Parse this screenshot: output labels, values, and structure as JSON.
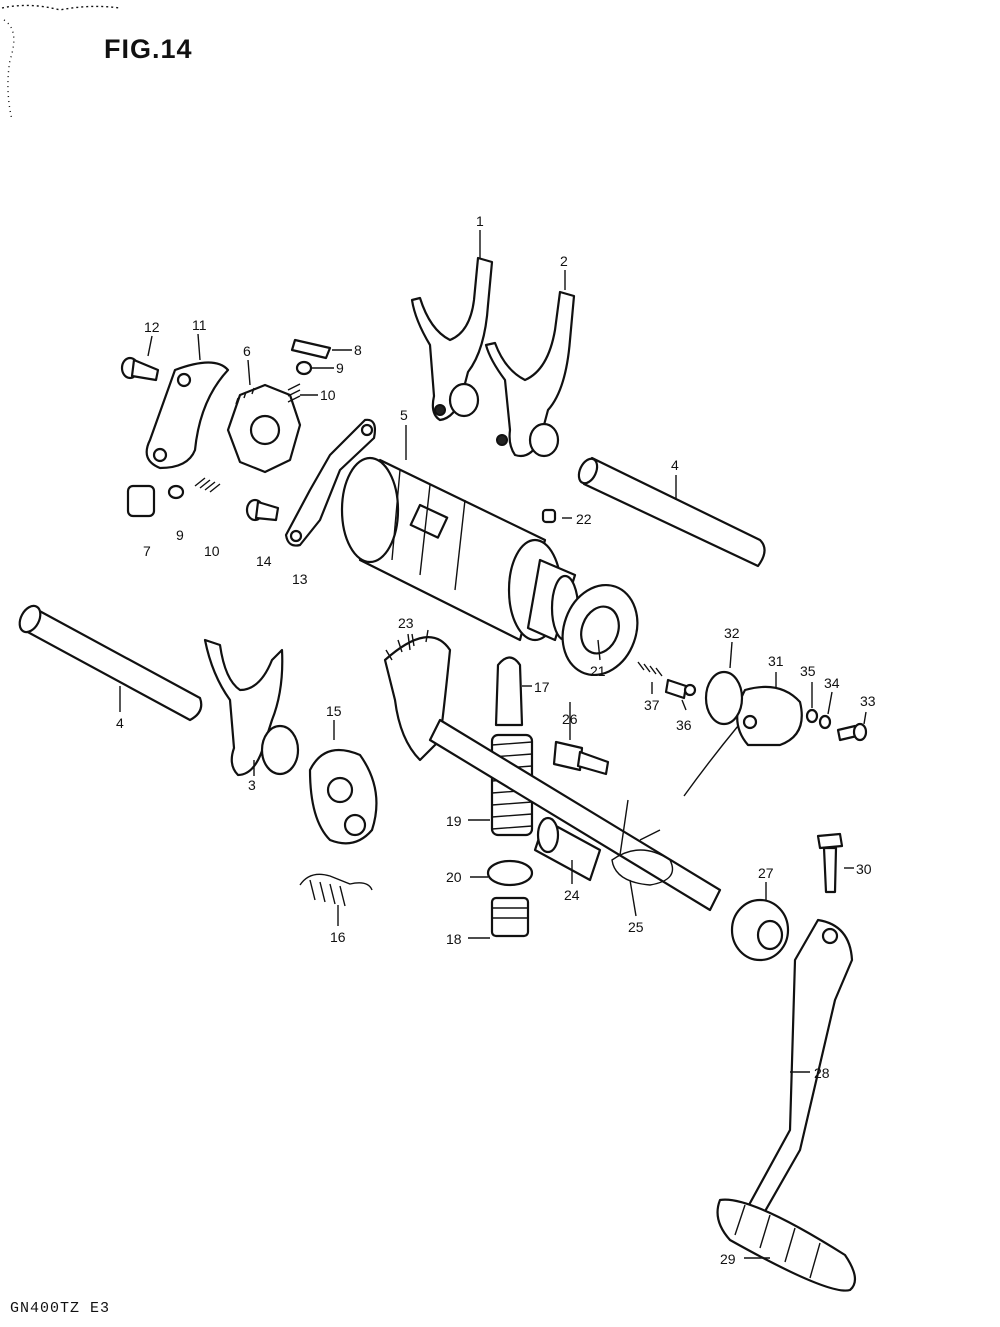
{
  "figure_title": "FIG.14",
  "model_code": "GN400TZ E3",
  "callouts": [
    "1",
    "2",
    "3",
    "4",
    "4",
    "5",
    "6",
    "7",
    "8",
    "9",
    "9",
    "10",
    "10",
    "11",
    "12",
    "13",
    "14",
    "15",
    "16",
    "17",
    "18",
    "19",
    "20",
    "21",
    "22",
    "23",
    "24",
    "25",
    "26",
    "27",
    "28",
    "29",
    "30",
    "31",
    "32",
    "33",
    "34",
    "35",
    "36",
    "37"
  ]
}
